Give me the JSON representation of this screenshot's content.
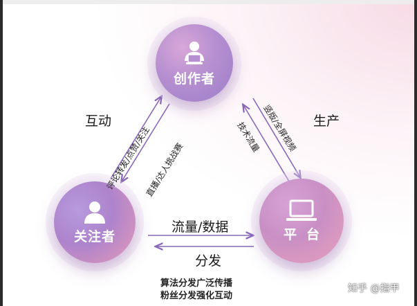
{
  "nodes": {
    "creator": "创作者",
    "follower": "关注者",
    "platform": "平台"
  },
  "labels": {
    "interaction": "互动",
    "production": "生产",
    "traffic_data": "流量/数据",
    "distribution": "分发",
    "distribution_sub1": "算法分发广泛传播",
    "distribution_sub2": "粉丝分发强化互动",
    "follower_to_creator": "评论转发/点赞/关注",
    "creator_to_follower": "直播/达人挑战赛",
    "creator_to_platform": "竖版/全屏视频",
    "platform_to_creator": "技术流量"
  },
  "watermark": "知乎 @指甲",
  "colors": {
    "arrow_purple": "#8a67b8",
    "node_purple": "#b58fd0",
    "node_pink": "#e8a0bb"
  }
}
